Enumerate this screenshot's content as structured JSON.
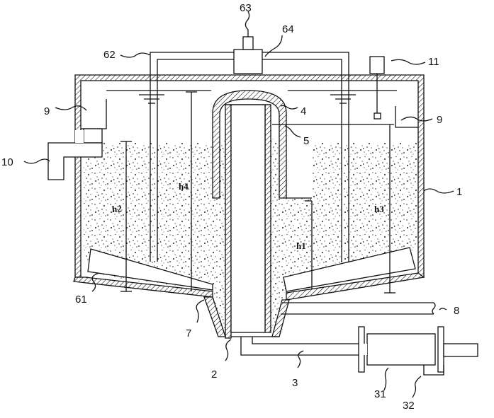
{
  "labels": {
    "l63": "63",
    "l64": "64",
    "l62": "62",
    "l11": "11",
    "l9a": "9",
    "l9b": "9",
    "l4": "4",
    "l5": "5",
    "l10": "10",
    "l1": "1",
    "l61": "61",
    "l7": "7",
    "l8": "8",
    "l2": "2",
    "l3": "3",
    "l31": "31",
    "l32": "32"
  },
  "heights": {
    "h1": "h1",
    "h2": "h2",
    "h3": "h3",
    "h4": "h4"
  }
}
